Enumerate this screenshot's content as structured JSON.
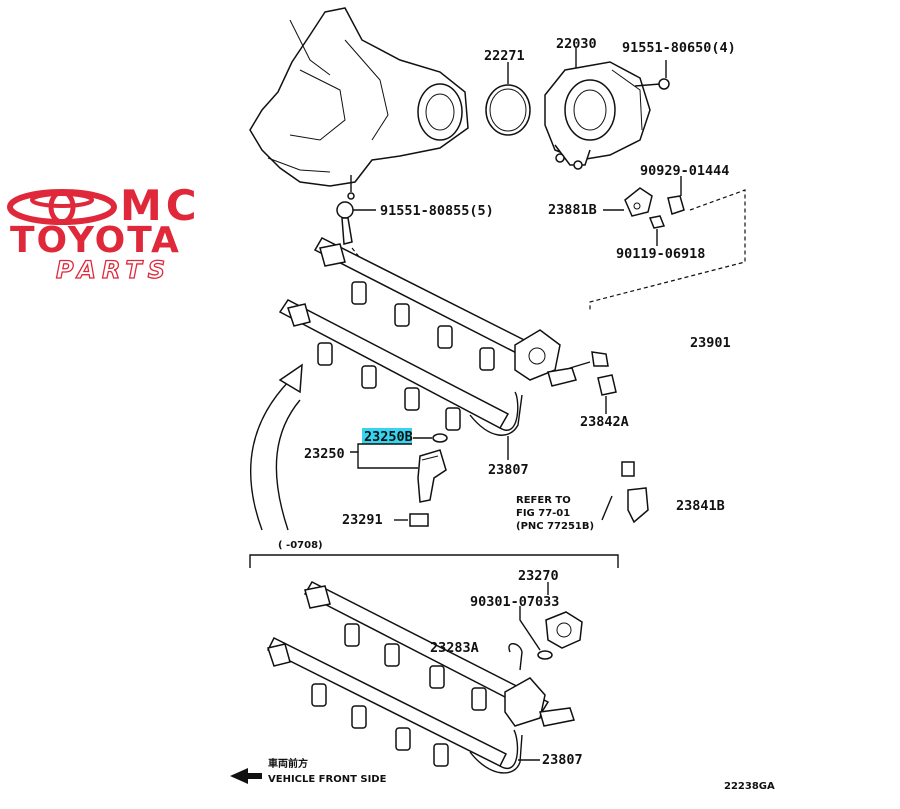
{
  "logo": {
    "line1": "MC",
    "line2": "TOYOTA",
    "line3": "PARTS",
    "color": "#e0283b"
  },
  "highlight_color": "#36d4ef",
  "labels": {
    "p22271": "22271",
    "p22030": "22030",
    "p91551_80650": "91551-80650(4)",
    "p90929": "90929-01444",
    "p23881": "23881B",
    "p90119": "90119-06918",
    "p91551_80855": "91551-80855(5)",
    "p23901": "23901",
    "p23842": "23842A",
    "p23250B": "23250B",
    "p23250": "23250",
    "p23807_top": "23807",
    "p23291": "23291",
    "p23841": "23841B",
    "p23270": "23270",
    "p90301": "90301-07033",
    "p23283": "23283A",
    "p23807_bottom": "23807",
    "date_range": "( -0708)",
    "refer1": "REFER TO",
    "refer2": "FIG 77-01",
    "refer3": "(PNC 77251B)",
    "jp_text": "車両前方",
    "front_side": "VEHICLE FRONT SIDE",
    "figure_code": "22238GA"
  }
}
